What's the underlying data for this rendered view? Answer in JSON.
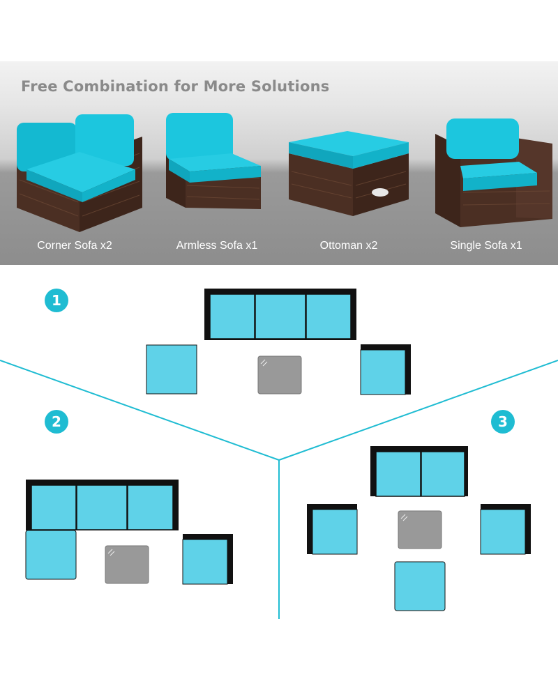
{
  "banner": {
    "title": "Free Combination for More Solutions",
    "products": [
      {
        "label": "Corner Sofa x2",
        "icon": "corner-sofa-icon"
      },
      {
        "label": "Armless Sofa x1",
        "icon": "armless-sofa-icon"
      },
      {
        "label": "Ottoman x2",
        "icon": "ottoman-icon"
      },
      {
        "label": "Single Sofa x1",
        "icon": "single-sofa-icon"
      }
    ]
  },
  "layouts": {
    "step1": "1",
    "step2": "2",
    "step3": "3"
  },
  "colors": {
    "cushion": "#5fd2e8",
    "frame": "#111111",
    "table": "#999999",
    "accent": "#1fbcd2",
    "wicker": "#4b2f23"
  }
}
